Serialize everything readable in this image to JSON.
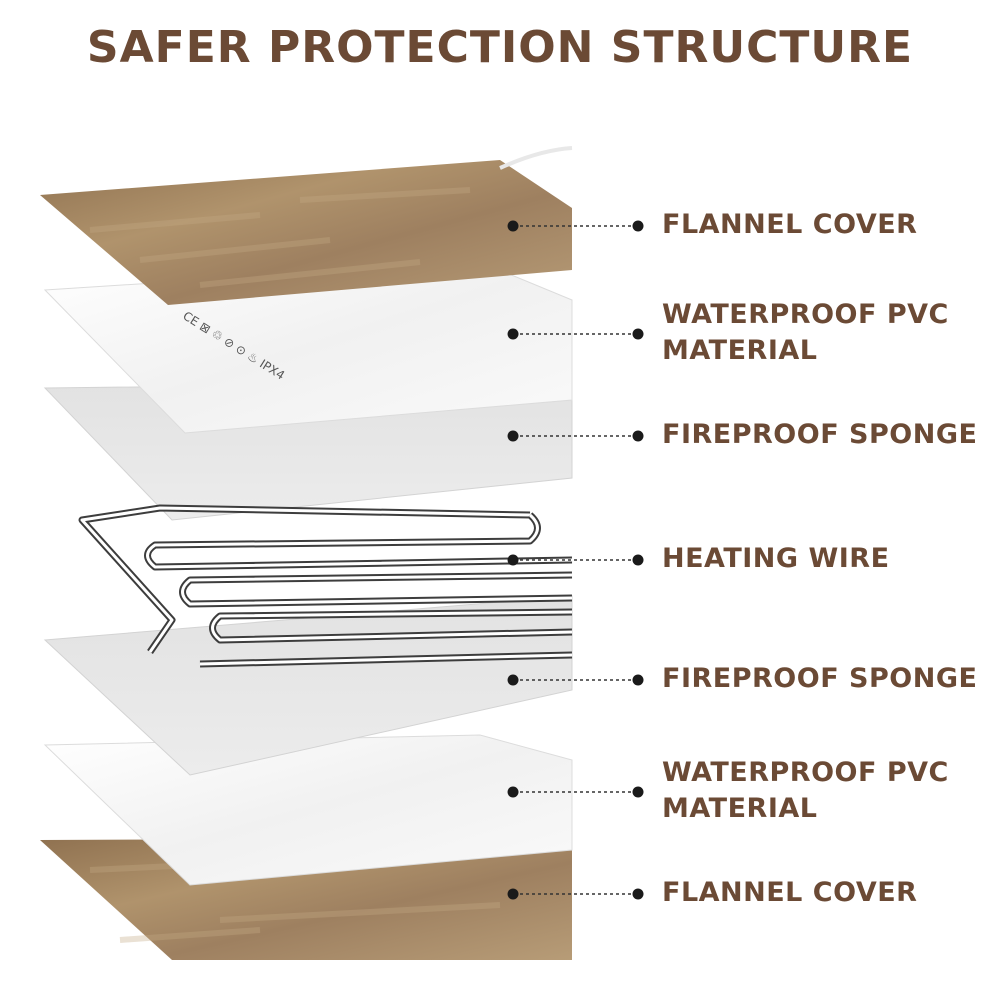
{
  "title": "SAFER PROTECTION STRUCTURE",
  "layers": [
    {
      "label_lines": [
        "FLANNEL COVER"
      ],
      "material": "flannel"
    },
    {
      "label_lines": [
        "WATERPROOF PVC",
        "MATERIAL"
      ],
      "material": "pvc"
    },
    {
      "label_lines": [
        "FIREPROOF SPONGE"
      ],
      "material": "sponge"
    },
    {
      "label_lines": [
        "HEATING WIRE"
      ],
      "material": "wire"
    },
    {
      "label_lines": [
        "FIREPROOF SPONGE"
      ],
      "material": "sponge"
    },
    {
      "label_lines": [
        "WATERPROOF PVC",
        "MATERIAL"
      ],
      "material": "pvc"
    },
    {
      "label_lines": [
        "FLANNEL COVER"
      ],
      "material": "flannel"
    }
  ],
  "pvc_markings": "CE ⊠ ♲ ⊘ ⊙ ♨ IPX4",
  "colors": {
    "title": "#6b4a35",
    "label": "#6b4a35",
    "flannel": "#a98b64",
    "pvc": "#f5f5f5",
    "sponge": "#e6e6e6",
    "wire": "#3d3d3d"
  }
}
